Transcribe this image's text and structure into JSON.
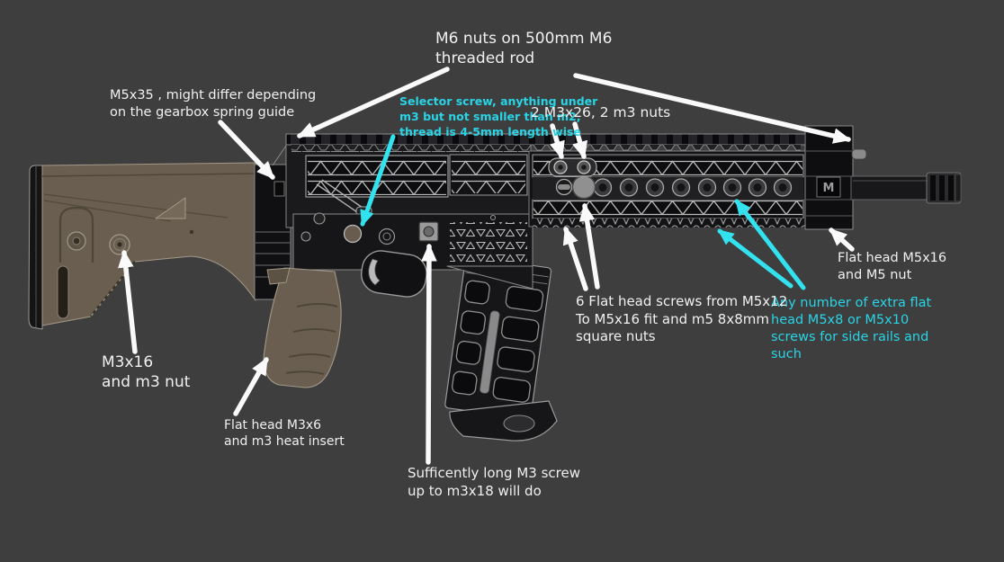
{
  "scene": {
    "background_color": "#3e3e3e",
    "label_white": "#f0f0f0",
    "label_cyan": "#29d4e6",
    "arrow_white": "#fafafa",
    "arrow_cyan": "#33e2ef",
    "stock_tan": "#695e4f",
    "metal_black": "#161618"
  },
  "rifle": {
    "logo_text": "M"
  },
  "annotations": [
    {
      "id": "m6-threaded-rod",
      "color": "white",
      "lines": [
        "M6 nuts on 500mm M6",
        "threaded rod"
      ]
    },
    {
      "id": "m5x35-spring-guide",
      "color": "white",
      "lines": [
        "M5x35 , might differ depending",
        "on the gearbox spring guide"
      ]
    },
    {
      "id": "selector-screw",
      "color": "cyan",
      "lines": [
        "Selector screw, anything under",
        "m3 but not smaller than m2,",
        "thread is 4-5mm length wise"
      ]
    },
    {
      "id": "m3x26-nuts",
      "color": "white",
      "lines": [
        "2 M3x26, 2 m3 nuts"
      ]
    },
    {
      "id": "flat-head-m5x16",
      "color": "white",
      "lines": [
        "Flat head M5x16",
        "and M5 nut"
      ]
    },
    {
      "id": "extra-flat-head-side-rails",
      "color": "cyan",
      "lines": [
        "Any number of extra flat",
        "head M5x8 or M5x10",
        "screws for side rails and",
        "such"
      ]
    },
    {
      "id": "six-flat-head-screws",
      "color": "white",
      "lines": [
        "6 Flat head screws from M5x12",
        "To M5x16 fit and m5 8x8mm",
        "square nuts"
      ]
    },
    {
      "id": "m3x16-nut",
      "color": "white",
      "lines": [
        "M3x16",
        "and m3 nut"
      ]
    },
    {
      "id": "flat-head-m3x6",
      "color": "white",
      "lines": [
        "Flat head M3x6",
        "and m3 heat insert"
      ]
    },
    {
      "id": "sufficiently-long-m3",
      "color": "white",
      "lines": [
        "Sufficently long M3 screw",
        "up to m3x18 will do"
      ]
    }
  ]
}
